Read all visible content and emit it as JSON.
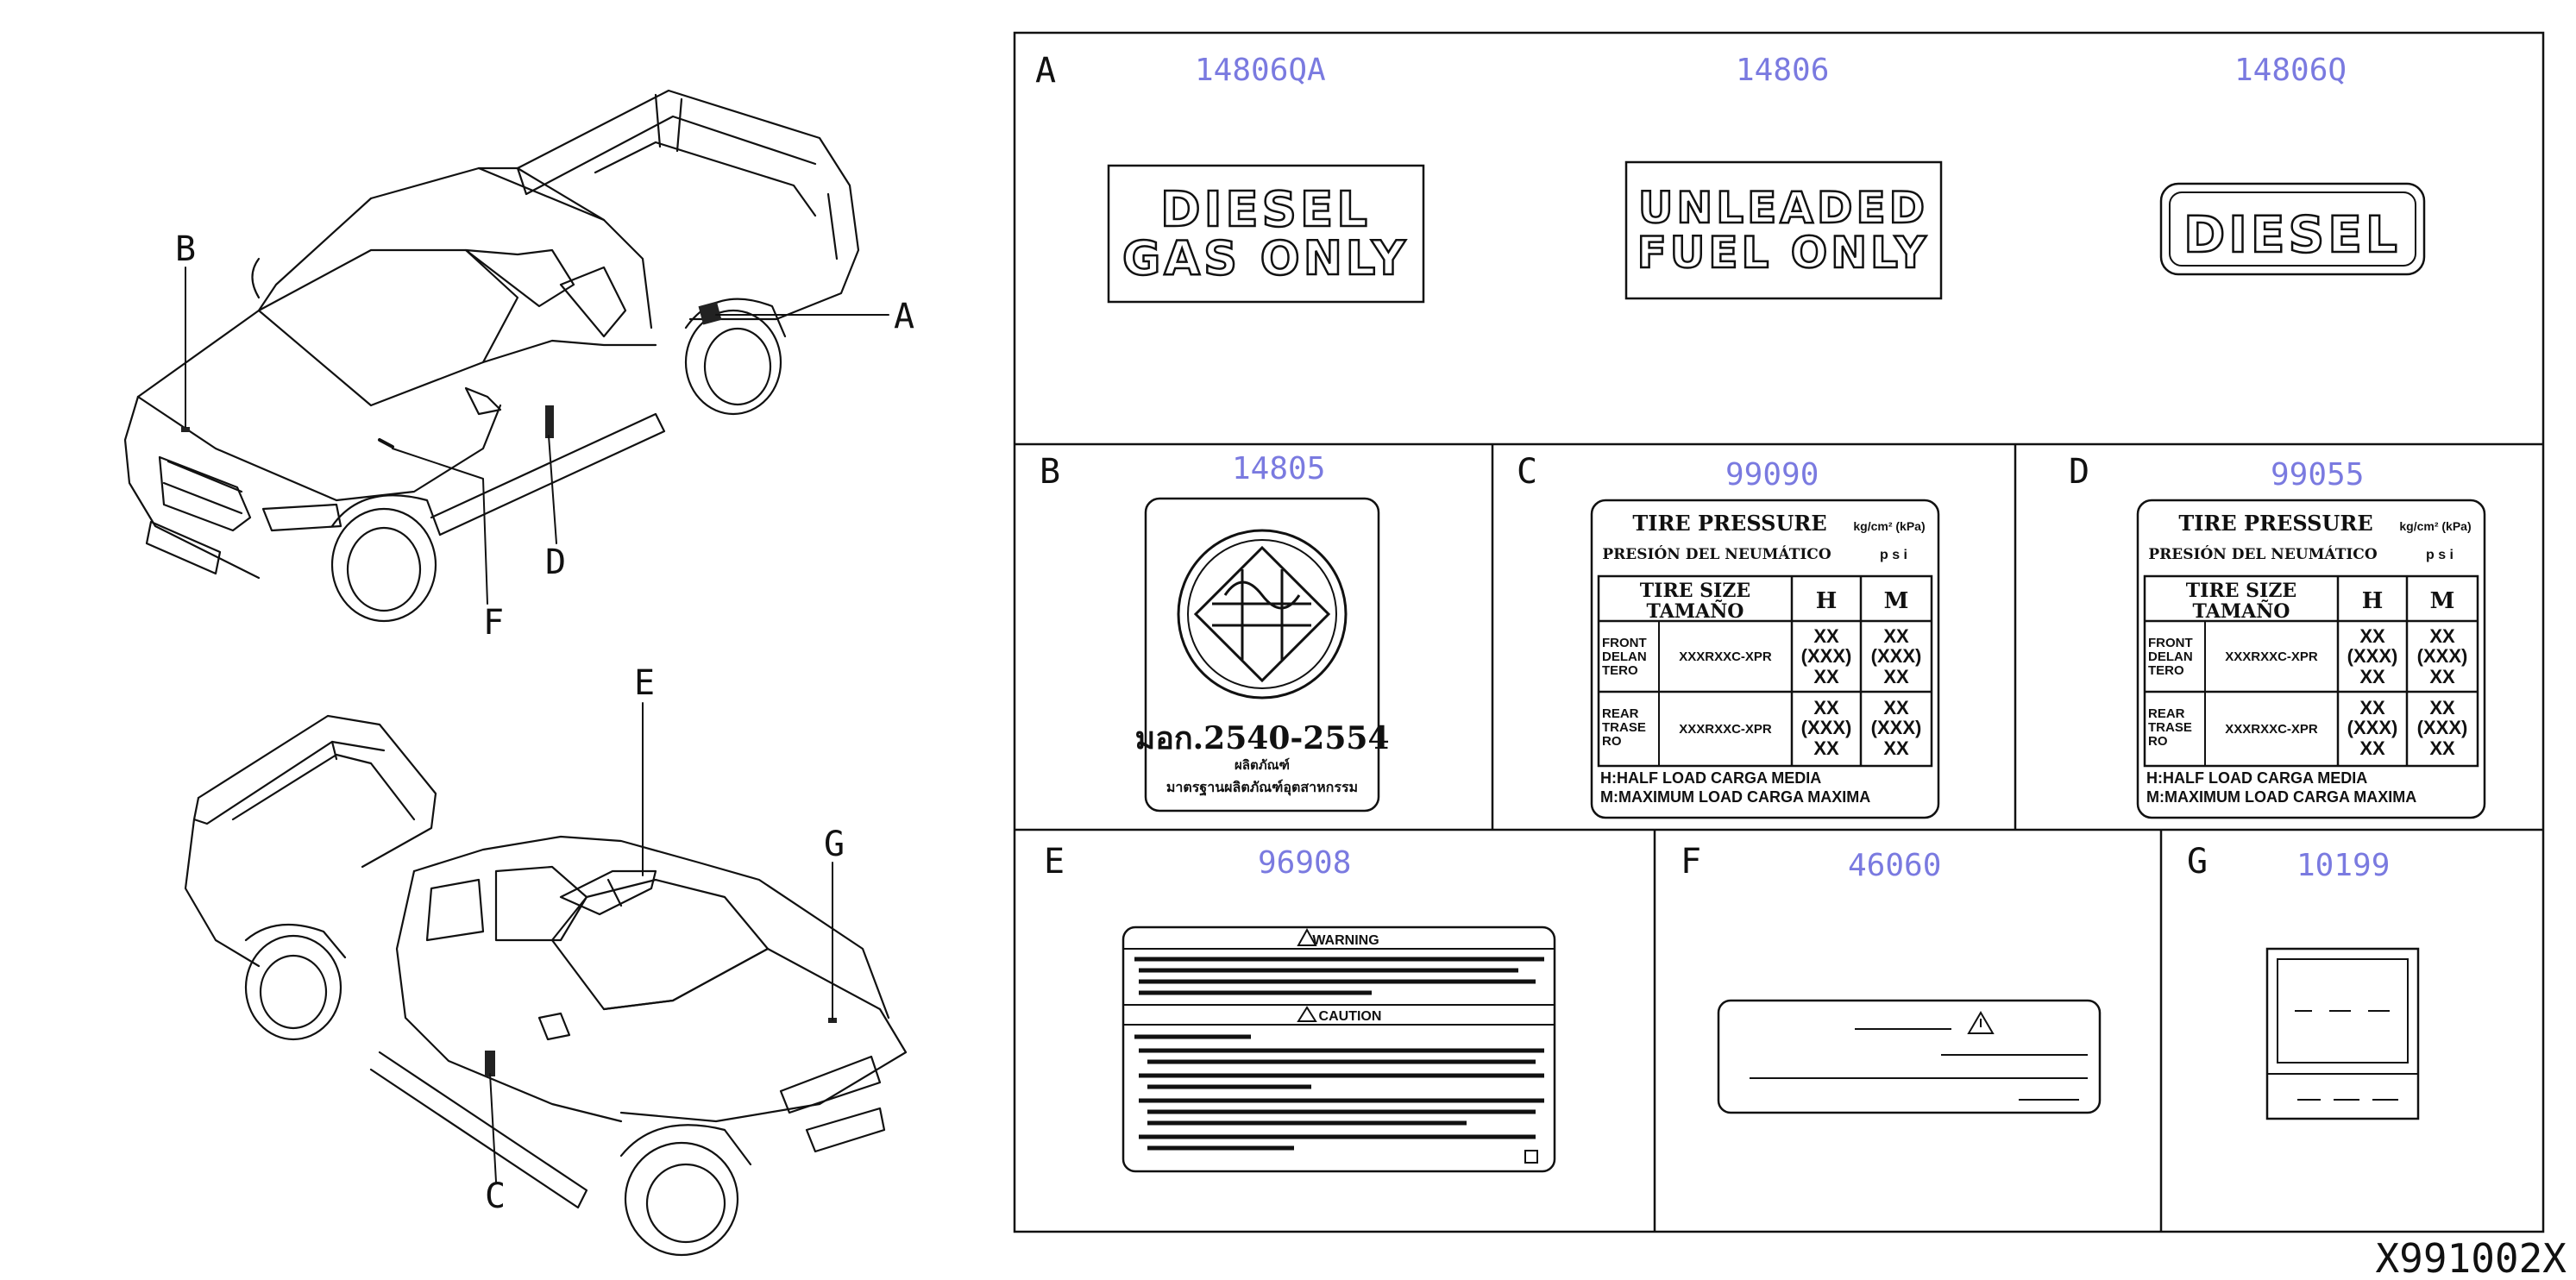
{
  "callouts": {
    "A": "A",
    "B": "B",
    "C": "C",
    "D": "D",
    "E": "E",
    "F": "F",
    "G": "G"
  },
  "panels": {
    "A": {
      "letter": "A",
      "parts": [
        "14806QA",
        "14806",
        "14806Q"
      ]
    },
    "B": {
      "letter": "B",
      "part": "14805"
    },
    "C": {
      "letter": "C",
      "part": "99090"
    },
    "D": {
      "letter": "D",
      "part": "99055"
    },
    "E": {
      "letter": "E",
      "part": "96908"
    },
    "F": {
      "letter": "F",
      "part": "46060"
    },
    "G": {
      "letter": "G",
      "part": "10199"
    }
  },
  "labels": {
    "diesel_gas": [
      "DIESEL",
      "GAS  ONLY"
    ],
    "unleaded": [
      "UNLEADED",
      "FUEL ONLY"
    ],
    "diesel": "DIESEL",
    "tis_number": "มอก.2540-2554",
    "tis_sub1": "ผลิตภัณฑ์",
    "tis_sub2": "มาตรฐานผลิตภัณฑ์อุตสาหกรรม",
    "tire": {
      "title": "TIRE PRESSURE",
      "title_es": "PRESIÓN DEL NEUMÁTICO",
      "unit1": "kg/cm² (kPa)",
      "unit2": "p s i",
      "size": "TIRE  SIZE",
      "size_es": "TAMAÑO",
      "col_h": "H",
      "col_m": "M",
      "front": [
        "FRONT",
        "DELAN",
        "TERO"
      ],
      "rear": [
        "REAR",
        "TRASE",
        "RO"
      ],
      "tire_code": "XXXRXXC-XPR",
      "value": [
        "XX",
        "(XXX)",
        "XX"
      ],
      "foot1": "H:HALF   LOAD       CARGA  MEDIA",
      "foot2": "M:MAXIMUM  LOAD  CARGA  MAXIMA"
    },
    "warning": "WARNING",
    "caution": "CAUTION"
  },
  "diagram_id": "X991002X"
}
